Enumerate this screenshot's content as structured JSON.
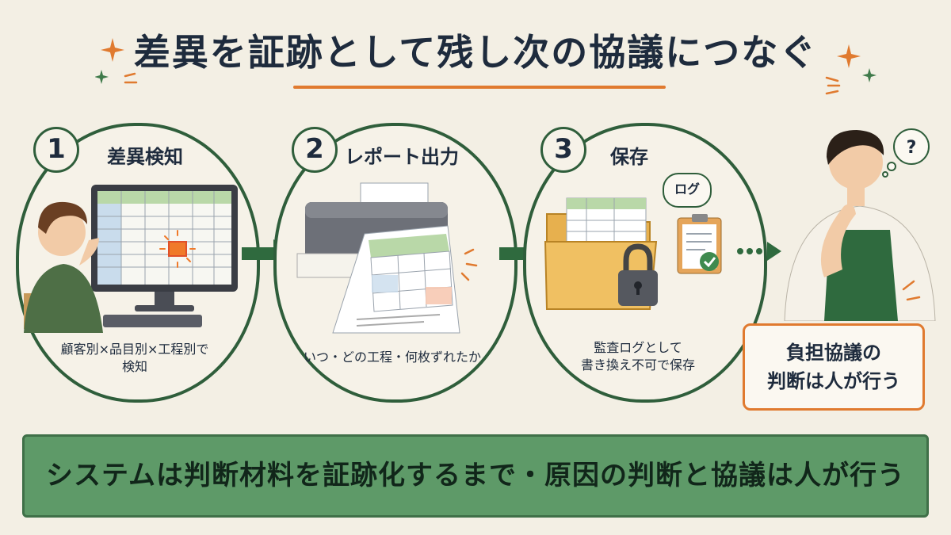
{
  "title": "差異を証跡として残し次の協議につなぐ",
  "steps": [
    {
      "number": "1",
      "title": "差異検知",
      "description": "顧客別×品目別×工程別で\n検知"
    },
    {
      "number": "2",
      "title": "レポート出力",
      "description": "いつ・どの工程・何枚ずれたか"
    },
    {
      "number": "3",
      "title": "保存",
      "description": "監査ログとして\n書き換え不可で保存"
    }
  ],
  "log_bubble": "ログ",
  "question_mark": "?",
  "judgement_box": {
    "line1": "負担協議の",
    "line2": "判断は人が行う"
  },
  "bottom_message": "システムは判断材料を証跡化するまで・原因の判断と協議は人が行う",
  "colors": {
    "background": "#f3efe4",
    "accent_orange": "#e07a2f",
    "dark_green": "#2f5e3b",
    "band_green": "#5e9a68"
  }
}
